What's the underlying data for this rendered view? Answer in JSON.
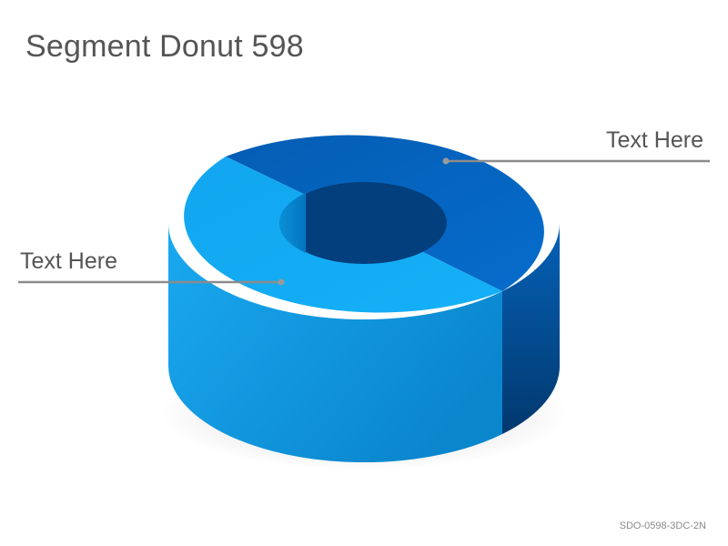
{
  "slide": {
    "title": "Segment Donut 598",
    "footer_code": "SDO-0598-3DC-2N"
  },
  "segments": [
    {
      "label": "Text Here",
      "color": "#0566C2"
    },
    {
      "label": "Text Here",
      "color": "#12AAF2"
    }
  ]
}
